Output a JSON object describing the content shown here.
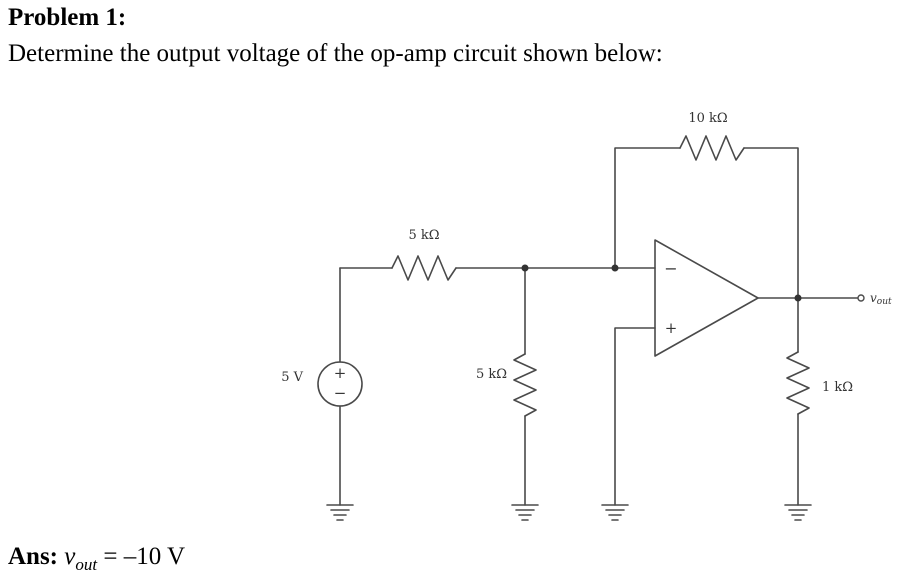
{
  "header": {
    "title": "Problem 1:",
    "question": "Determine the output voltage of the op-amp circuit shown below:"
  },
  "circuit": {
    "source_label": "5 V",
    "source_plus": "+",
    "source_minus": "−",
    "r_input_label": "5 kΩ",
    "r_shunt_label": "5 kΩ",
    "r_feedback_label": "10 kΩ",
    "r_load_label": "1 kΩ",
    "opamp_minus": "−",
    "opamp_plus": "+",
    "output_label_main": "v",
    "output_label_sub": "out",
    "wire_color": "#4a4a4a"
  },
  "answer": {
    "label": "Ans:",
    "var": "v",
    "var_sub": "out",
    "value": " = –10 V"
  }
}
